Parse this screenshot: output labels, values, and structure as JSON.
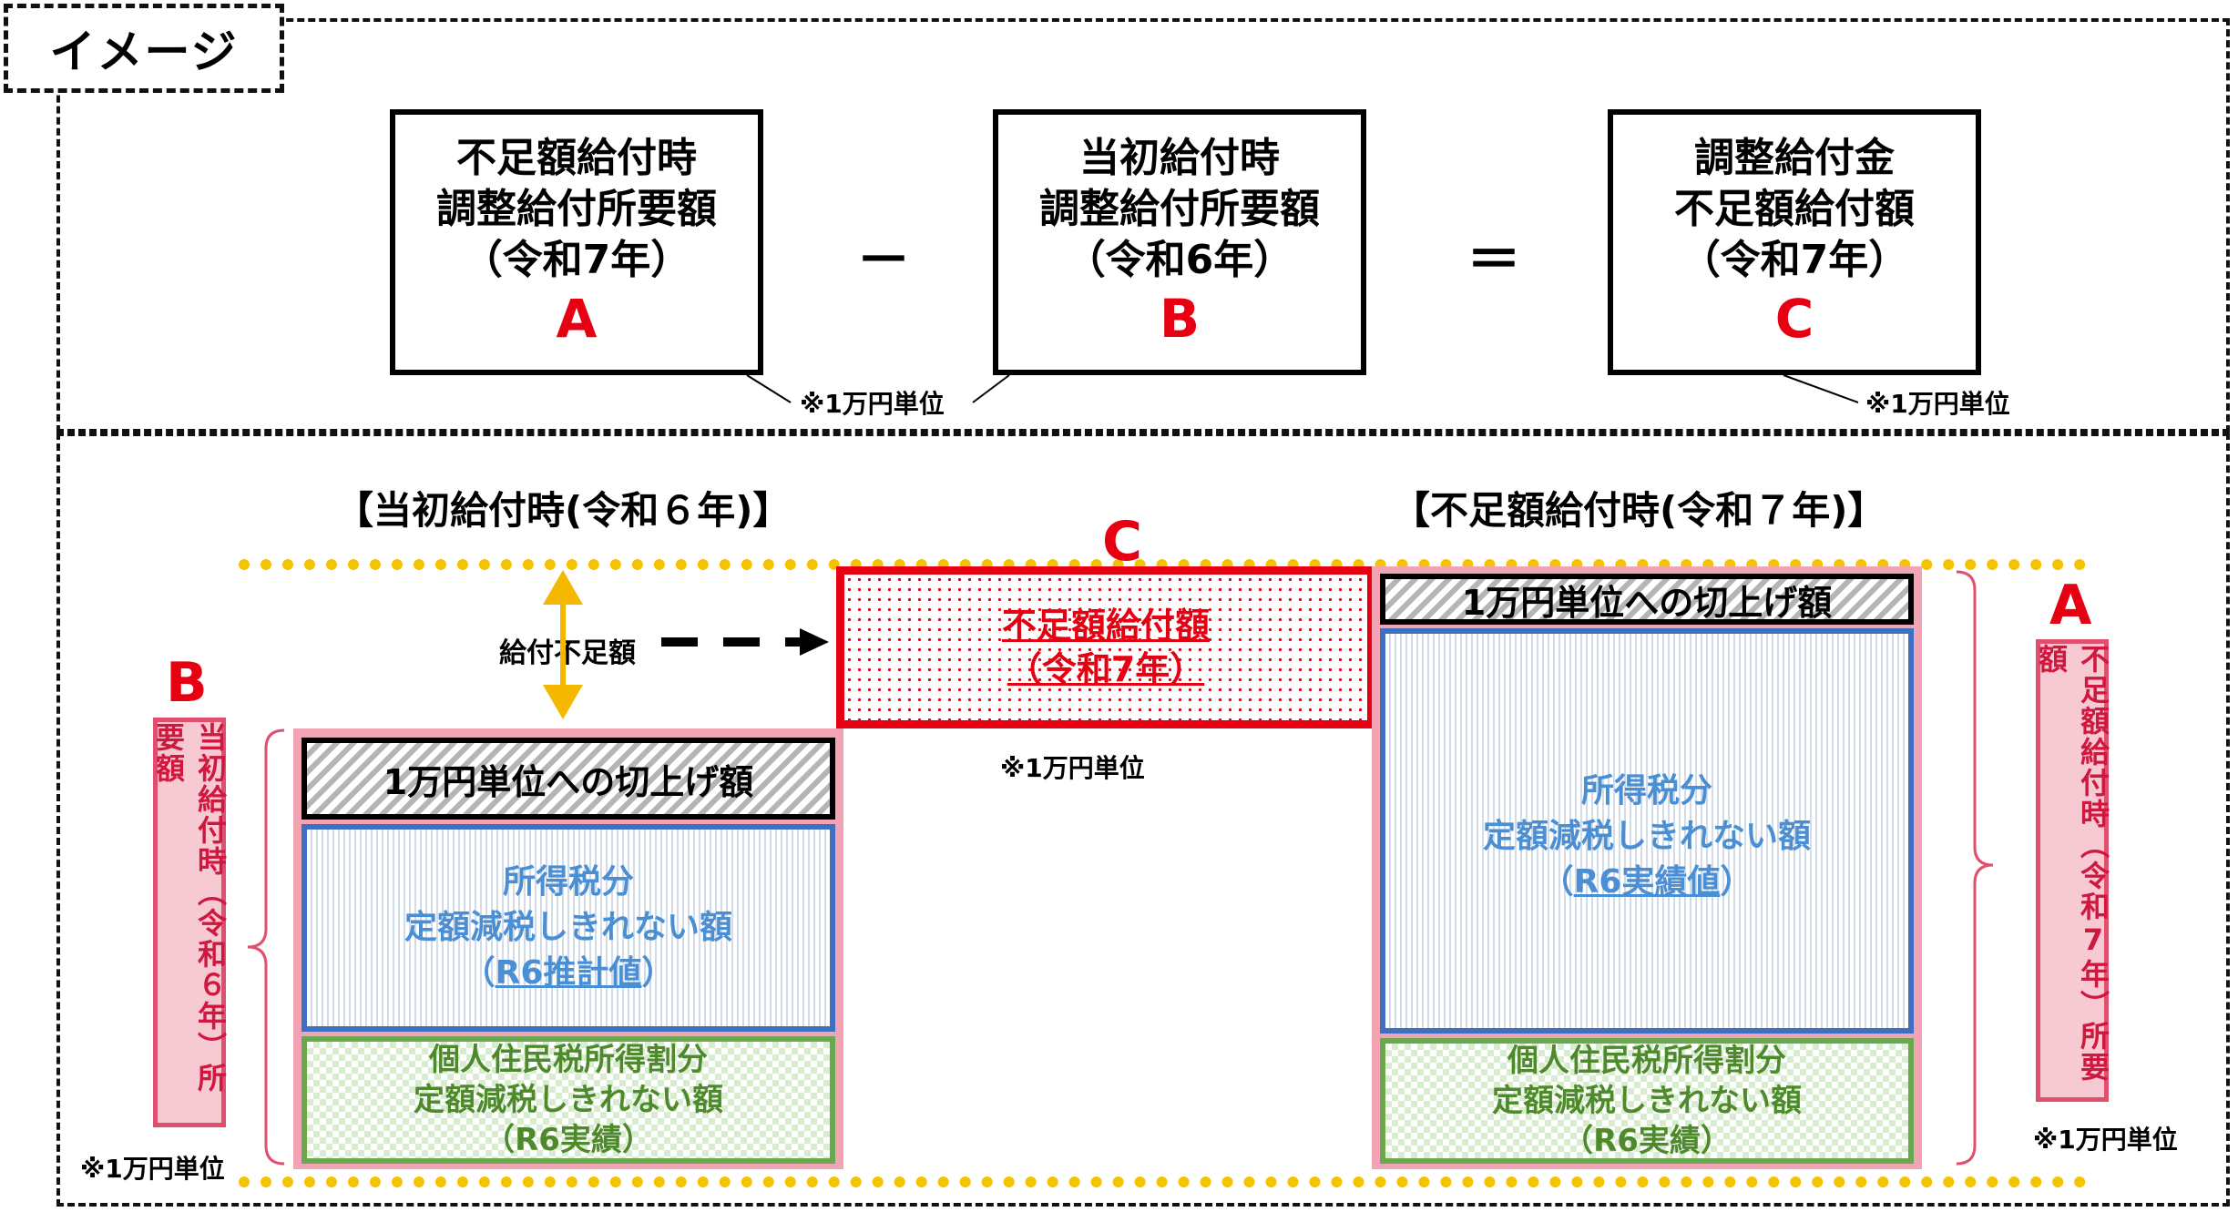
{
  "header": {
    "title": "イメージ"
  },
  "formula": {
    "box_a": {
      "line1": "不足額給付時",
      "line2": "調整給付所要額",
      "line3": "（令和7年）",
      "letter": "A"
    },
    "minus": "－",
    "box_b": {
      "line1": "当初給付時",
      "line2": "調整給付所要額",
      "line3": "（令和6年）",
      "letter": "B"
    },
    "equals": "＝",
    "box_c": {
      "line1": "調整給付金",
      "line2": "不足額給付額",
      "line3": "（令和7年）",
      "letter": "C"
    },
    "note_1": "※1万円単位",
    "note_2": "※1万円単位"
  },
  "lower": {
    "title_left": "【当初給付時(令和６年)】",
    "title_right": "【不足額給付時(令和７年)】",
    "letter_b": "B",
    "letter_c": "C",
    "letter_a": "A",
    "label_b": "当初給付時（令和６年）所要額",
    "label_a": "不足額給付時（令和7年）所要額",
    "shortfall_label": "給付不足額",
    "left_stack": {
      "roundup": "1万円単位への切上げ額",
      "income_tax": {
        "line1": "所得税分",
        "line2": "定額減税しきれない額",
        "line3_pre": "（",
        "line3_link": "R6推計値",
        "line3_post": "）"
      },
      "resident_tax": {
        "line1": "個人住民税所得割分",
        "line2": "定額減税しきれない額",
        "line3": "（R6実績）"
      }
    },
    "center_box": {
      "line1": "不足額給付額",
      "line2": "（令和7年）"
    },
    "center_note": "※1万円単位",
    "right_stack": {
      "roundup": "1万円単位への切上げ額",
      "income_tax": {
        "line1": "所得税分",
        "line2": "定額減税しきれない額",
        "line3_pre": "（",
        "line3_link": "R6実績値",
        "line3_post": "）"
      },
      "resident_tax": {
        "line1": "個人住民税所得割分",
        "line2": "定額減税しきれない額",
        "line3": "（R6実績）"
      }
    },
    "note_left": "※1万円単位",
    "note_right": "※1万円単位"
  }
}
